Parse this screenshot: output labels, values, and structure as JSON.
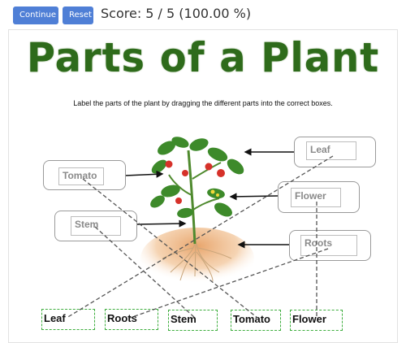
{
  "toolbar": {
    "continue_label": "Continue",
    "reset_label": "Reset",
    "score_text": "Score: 5 / 5 (100.00 %)"
  },
  "worksheet": {
    "title": "Parts of a Plant",
    "instructions": "Label the parts of the plant by dragging the different parts into the correct boxes."
  },
  "label_boxes": [
    {
      "id": "tomato",
      "text": "Tomato"
    },
    {
      "id": "stem",
      "text": "Stem"
    },
    {
      "id": "leaf",
      "text": "Leaf"
    },
    {
      "id": "flower",
      "text": "Flower"
    },
    {
      "id": "roots",
      "text": "Roots"
    }
  ],
  "answer_slots": [
    {
      "text": "Leaf"
    },
    {
      "text": "Roots"
    },
    {
      "text": "Stem"
    },
    {
      "text": "Tomato"
    },
    {
      "text": "Flower"
    }
  ],
  "colors": {
    "button": "#4f7fd6",
    "title": "#2e6b1b",
    "drop_border": "#3fae3f",
    "plant_leaf": "#3d8a2a",
    "tomato": "#d6312a"
  }
}
